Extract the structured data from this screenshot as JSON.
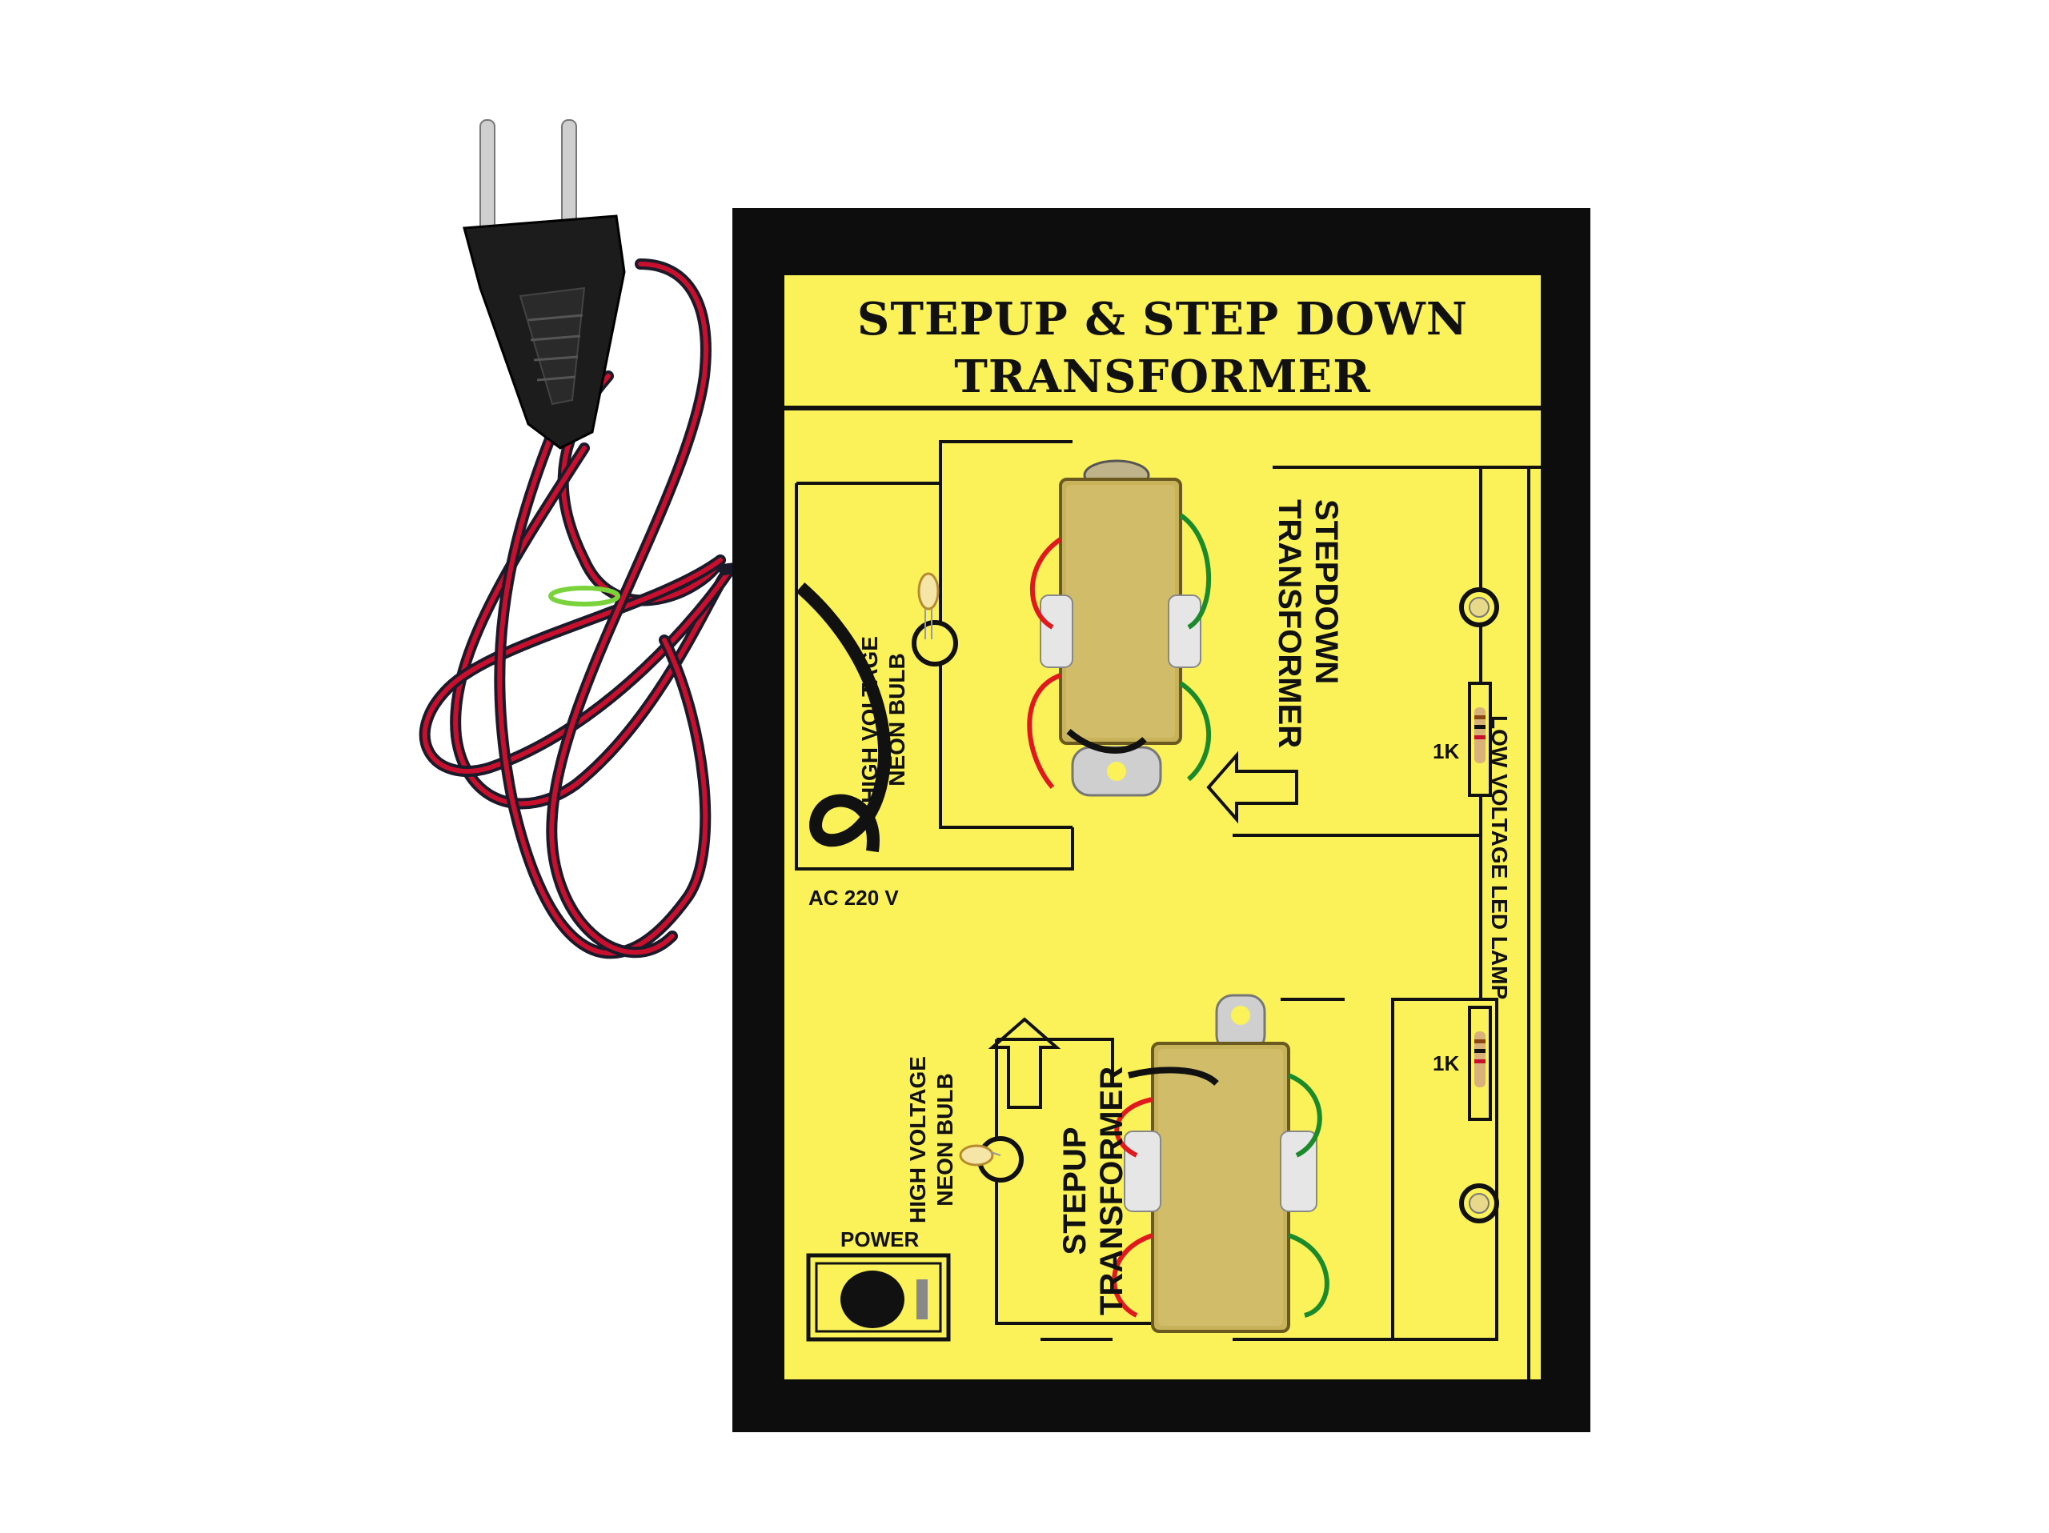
{
  "board": {
    "title_line1": "STEPUP & STEP DOWN",
    "title_line2": "TRANSFORMER"
  },
  "labels": {
    "stepdown_line1": "STEPDOWN",
    "stepdown_line2": "TRANSFORMER",
    "stepup_line1": "STEPUP",
    "stepup_line2": "TRANSFORMER",
    "hv_neon_top_line1": "HIGH VOLTAGE",
    "hv_neon_top_line2": "NEON BULB",
    "hv_neon_bottom_line1": "HIGH VOLTAGE",
    "hv_neon_bottom_line2": "NEON BULB",
    "low_voltage_led": "LOW VOLTAGE LED LAMP",
    "resistor_top": "1K",
    "resistor_bottom": "1K",
    "ac_input": "AC 220 V",
    "power": "POWER"
  },
  "colors": {
    "panel_yellow": "#fbf25a",
    "board_black": "#0d0d0d",
    "transformer_gold": "#c8b25a",
    "wire_red": "#e0191f",
    "wire_green": "#1a8a2a",
    "cable_red": "#c8102e"
  }
}
